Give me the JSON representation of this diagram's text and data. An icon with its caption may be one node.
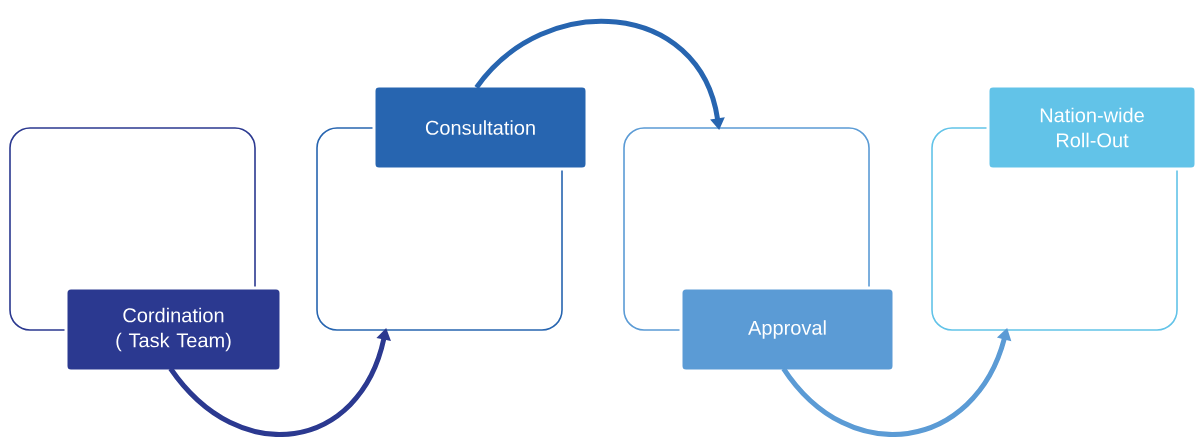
{
  "diagram": {
    "nodes": [
      {
        "text": [],
        "shape": "box"
      },
      {
        "text": [
          "Cordination ( Task Team)"
        ]
      },
      {
        "text": [],
        "shape": "box"
      },
      {
        "text": [
          "Consultation"
        ]
      },
      {
        "text": [],
        "shape": "box"
      },
      {
        "text": [
          "Approval"
        ]
      },
      {
        "text": [],
        "shape": "box"
      },
      {
        "text": [
          "Nation-wide Roll-Out"
        ]
      }
    ],
    "edges": [
      {
        "from": 1,
        "to": 2,
        "arrow": "to",
        "color": "#2b3990"
      },
      {
        "from": 3,
        "to": 4,
        "arrow": "to",
        "color": "#2765b0"
      },
      {
        "from": 5,
        "to": 6,
        "arrow": "to",
        "color": "#5b9bd5"
      }
    ]
  }
}
